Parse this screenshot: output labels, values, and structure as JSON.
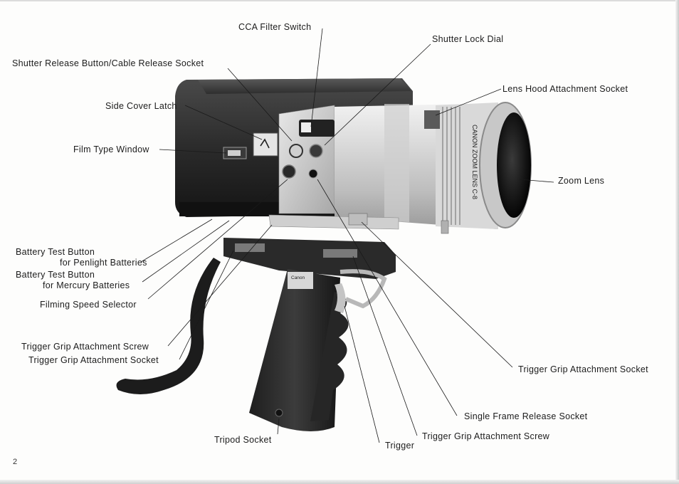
{
  "page_number": "2",
  "labels": {
    "cca_filter_switch": "CCA Filter Switch",
    "shutter_lock_dial": "Shutter Lock Dial",
    "shutter_release": "Shutter Release Button/Cable Release Socket",
    "lens_hood_socket": "Lens Hood Attachment Socket",
    "side_cover_latch": "Side Cover Latch",
    "film_type_window": "Film Type Window",
    "zoom_lens": "Zoom Lens",
    "battery_test_penlight_1": "Battery Test Button",
    "battery_test_penlight_2": "for Penlight Batteries",
    "battery_test_mercury_1": "Battery Test Button",
    "battery_test_mercury_2": "for Mercury Batteries",
    "filming_speed_selector": "Filming Speed Selector",
    "trigger_grip_screw_left": "Trigger Grip Attachment Screw",
    "trigger_grip_socket_left": "Trigger Grip Attachment Socket",
    "trigger_grip_socket_right": "Trigger Grip Attachment Socket",
    "single_frame_release": "Single Frame Release Socket",
    "trigger_grip_screw_bottom": "Trigger Grip Attachment Screw",
    "trigger": "Trigger",
    "tripod_socket": "Tripod Socket"
  },
  "product_markings": {
    "lens_text": "CANON ZOOM LENS C-8",
    "grip_brand": "Canon"
  }
}
